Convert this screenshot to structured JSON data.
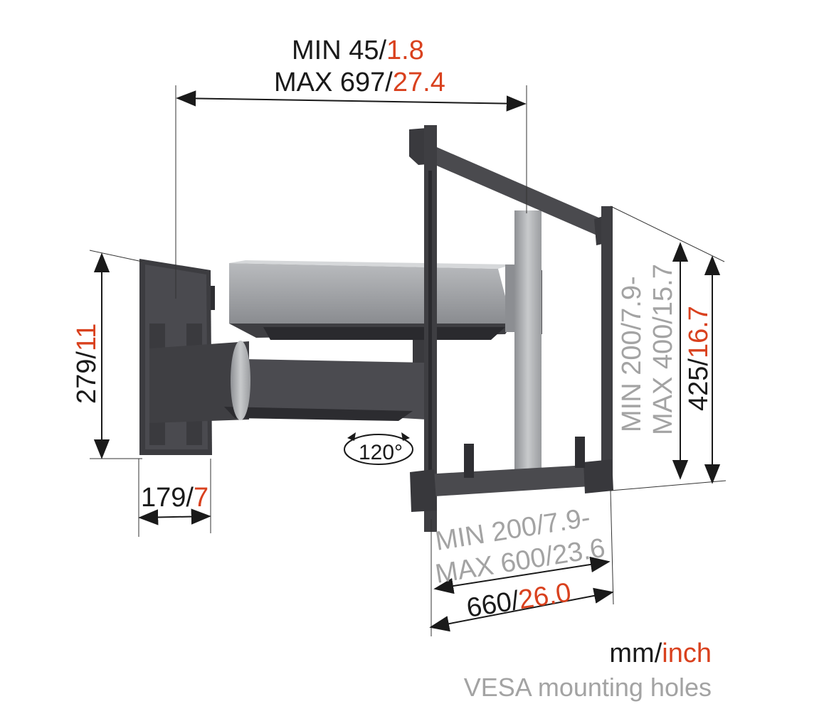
{
  "dimensions": {
    "min_arm": {
      "mm": "MIN 45/",
      "inch": "1.8"
    },
    "max_arm": {
      "mm": "MAX 697/",
      "inch": "27.4"
    },
    "plate_height": {
      "mm": "279/",
      "inch": "11"
    },
    "plate_depth": {
      "mm": "179/",
      "inch": "7"
    },
    "swivel": "120°",
    "vesa_vertical_min": {
      "mm": "MIN 200/",
      "inch": "7.9-"
    },
    "vesa_vertical_max": {
      "mm": "MAX 400/",
      "inch": "15.7"
    },
    "bracket_height": {
      "mm": "425/",
      "inch": "16.7"
    },
    "vesa_horizontal_min": {
      "mm": "MIN 200/",
      "inch": "7.9-"
    },
    "vesa_horizontal_max": {
      "mm": "MAX 600/",
      "inch": "23.6"
    },
    "bracket_width": {
      "mm": "660/",
      "inch": "26.0"
    }
  },
  "legend": {
    "units_mm": "mm/",
    "units_inch": "inch",
    "vesa_note": "VESA mounting holes"
  },
  "colors": {
    "metric": "#1a1a1a",
    "imperial": "#d9411e",
    "vesa": "#a3a3a3",
    "frame": "#4a4a4e",
    "arm_silver": "#a9abae"
  }
}
